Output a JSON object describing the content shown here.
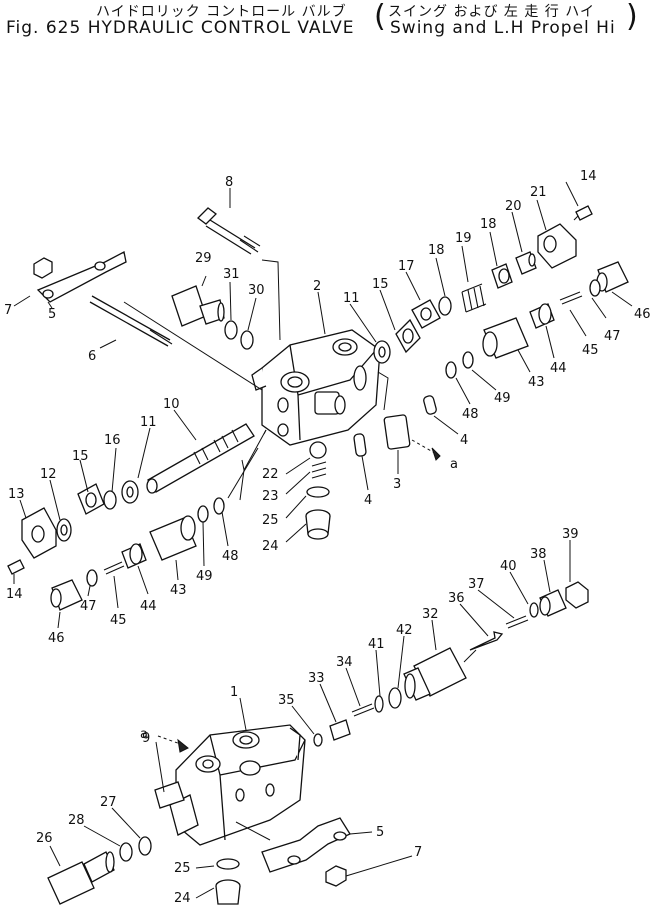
{
  "title": {
    "japanese": "ハイドロリック コントロール バルブ",
    "english": "Fig. 625 HYDRAULIC CONTROL VALVE",
    "sub_japanese": "スイング および 左 走 行 ハイ",
    "sub_english": "Swing and L.H Propel Hi"
  },
  "view_marker": "a",
  "callouts": [
    "8",
    "14",
    "21",
    "29",
    "31",
    "30",
    "2",
    "20",
    "18",
    "18",
    "19",
    "17",
    "15",
    "11",
    "7",
    "5",
    "6",
    "47",
    "46",
    "45",
    "44",
    "43",
    "49",
    "48",
    "4",
    "4",
    "3",
    "10",
    "11",
    "16",
    "12",
    "15",
    "13",
    "22",
    "23",
    "25",
    "24",
    "14",
    "47",
    "46",
    "45",
    "44",
    "43",
    "49",
    "48",
    "39",
    "38",
    "40",
    "37",
    "36",
    "32",
    "42",
    "41",
    "34",
    "33",
    "35",
    "1",
    "9",
    "27",
    "28",
    "26",
    "25",
    "24",
    "5",
    "7"
  ]
}
